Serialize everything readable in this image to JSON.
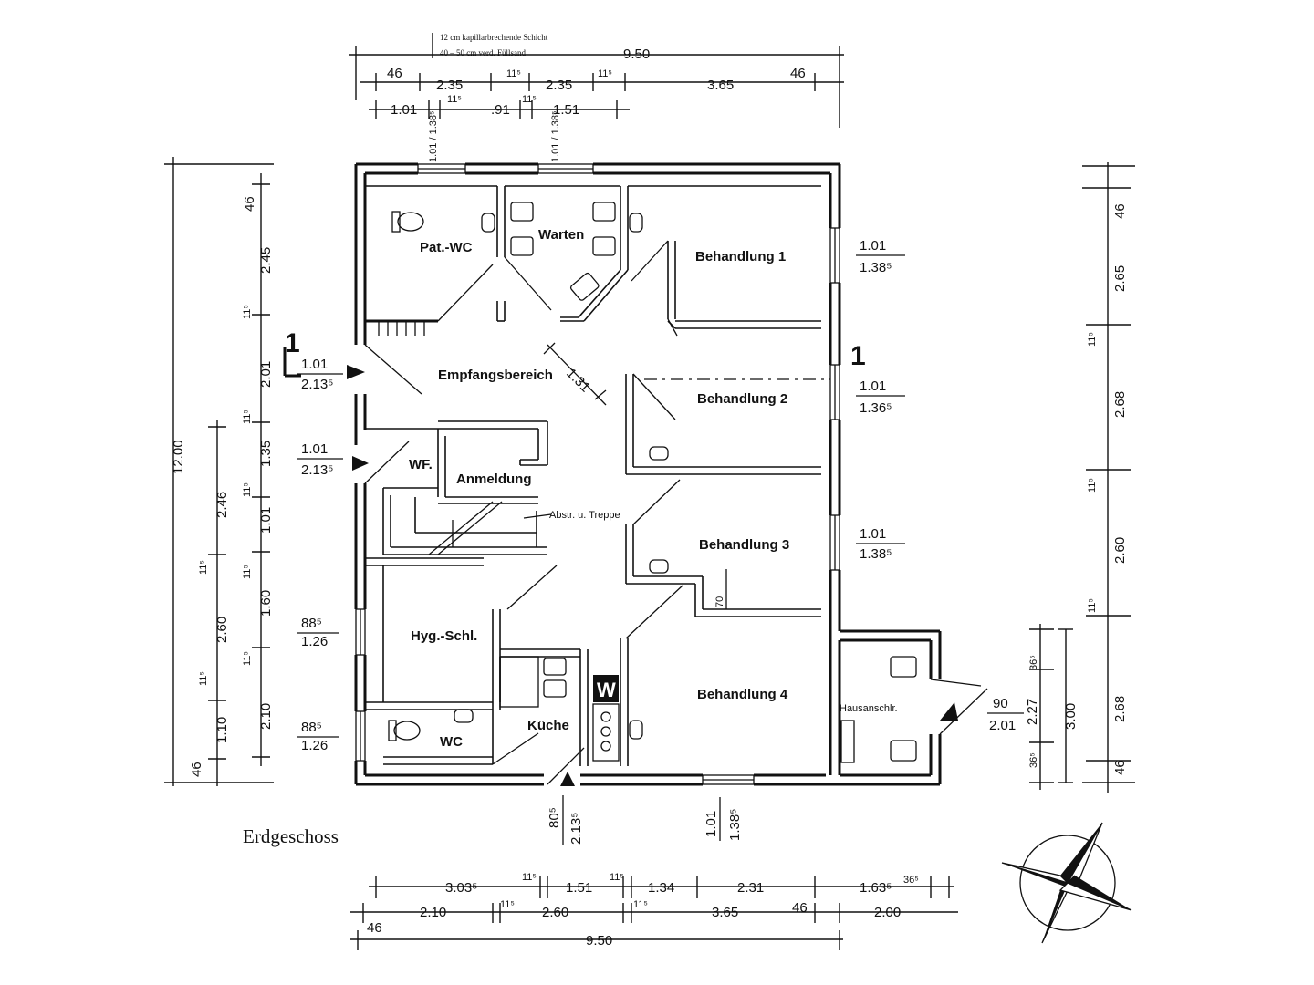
{
  "caption": "Erdgeschoss",
  "top_notes": [
    "12 cm kapillarbrechende Schicht",
    "40 – 50 cm verd. Füllsand"
  ],
  "section_marker": "1",
  "rooms": {
    "pat_wc": "Pat.-WC",
    "warten": "Warten",
    "behandlung_1": "Behandlung 1",
    "behandlung_2": "Behandlung 2",
    "behandlung_3": "Behandlung 3",
    "behandlung_4": "Behandlung 4",
    "empfangsbereich": "Empfangsbereich",
    "wf": "WF.",
    "anmeldung": "Anmeldung",
    "abstr_treppe": "Abstr. u. Treppe",
    "hyg_schl": "Hyg.-Schl.",
    "wc": "WC",
    "kueche": "Küche",
    "hausanschl": "Hausanschlr."
  },
  "dims_top": {
    "overall": "9.50",
    "row1": [
      "46",
      "2.35",
      "11⁵",
      "2.35",
      "11⁵",
      "3.65",
      "46"
    ],
    "row2": [
      "1.01",
      "11⁵",
      ".91",
      "11⁵",
      "1.51"
    ],
    "windows": [
      "1.01 / 1.38⁵",
      "1.01 / 1.38⁵"
    ]
  },
  "dims_left": {
    "overall": "12.00",
    "outer": [
      "46",
      "2.45",
      "11⁵",
      "2.01",
      "11⁵",
      "1.35",
      "11⁵",
      "1.01",
      "11⁵",
      "1.60",
      "11⁵",
      "2.10",
      "46"
    ],
    "inner": [
      "2.46",
      "11⁵",
      "2.60",
      "11⁵",
      "1.10"
    ]
  },
  "dims_right": {
    "outer": [
      "46",
      "2.65",
      "11⁵",
      "2.68",
      "11⁵",
      "2.60",
      "11⁵",
      "2.68",
      "46"
    ],
    "inner": [
      "36⁵",
      "2.27",
      "36⁵"
    ],
    "total": "3.00"
  },
  "dims_bottom": {
    "overall": "9.50",
    "row1": [
      "3.03⁵",
      "11⁵",
      "1.51",
      "11⁵",
      "1.34",
      "2.31",
      "1.63⁵",
      "36⁵"
    ],
    "row2": [
      "2.10",
      "11⁵",
      "2.60",
      "11⁵",
      "3.65",
      "46",
      "2.00"
    ],
    "lead": "46"
  },
  "openings": {
    "entry_1": [
      "1.01",
      "2.13⁵"
    ],
    "entry_2": [
      "1.01",
      "2.13⁵"
    ],
    "hyg_window": [
      "88⁵",
      "1.26"
    ],
    "wc_window": [
      "88⁵",
      "1.26"
    ],
    "diag_door": "1.31",
    "b1_window": [
      "1.01",
      "1.38⁵"
    ],
    "b2_window": [
      "1.01",
      "1.36⁵"
    ],
    "b3_window": [
      "1.01",
      "1.38⁵"
    ],
    "annex_door": [
      "90",
      "2.01"
    ],
    "bottom_door": [
      "80⁵",
      "2.13⁵"
    ],
    "bottom_window": [
      "1.01",
      "1.38⁵"
    ],
    "b3_note": "70"
  },
  "icons": [
    "compass-rose-icon",
    "entry-arrow-icon",
    "stove-icon",
    "toilet-icon",
    "washbasin-icon",
    "chair-icon"
  ]
}
